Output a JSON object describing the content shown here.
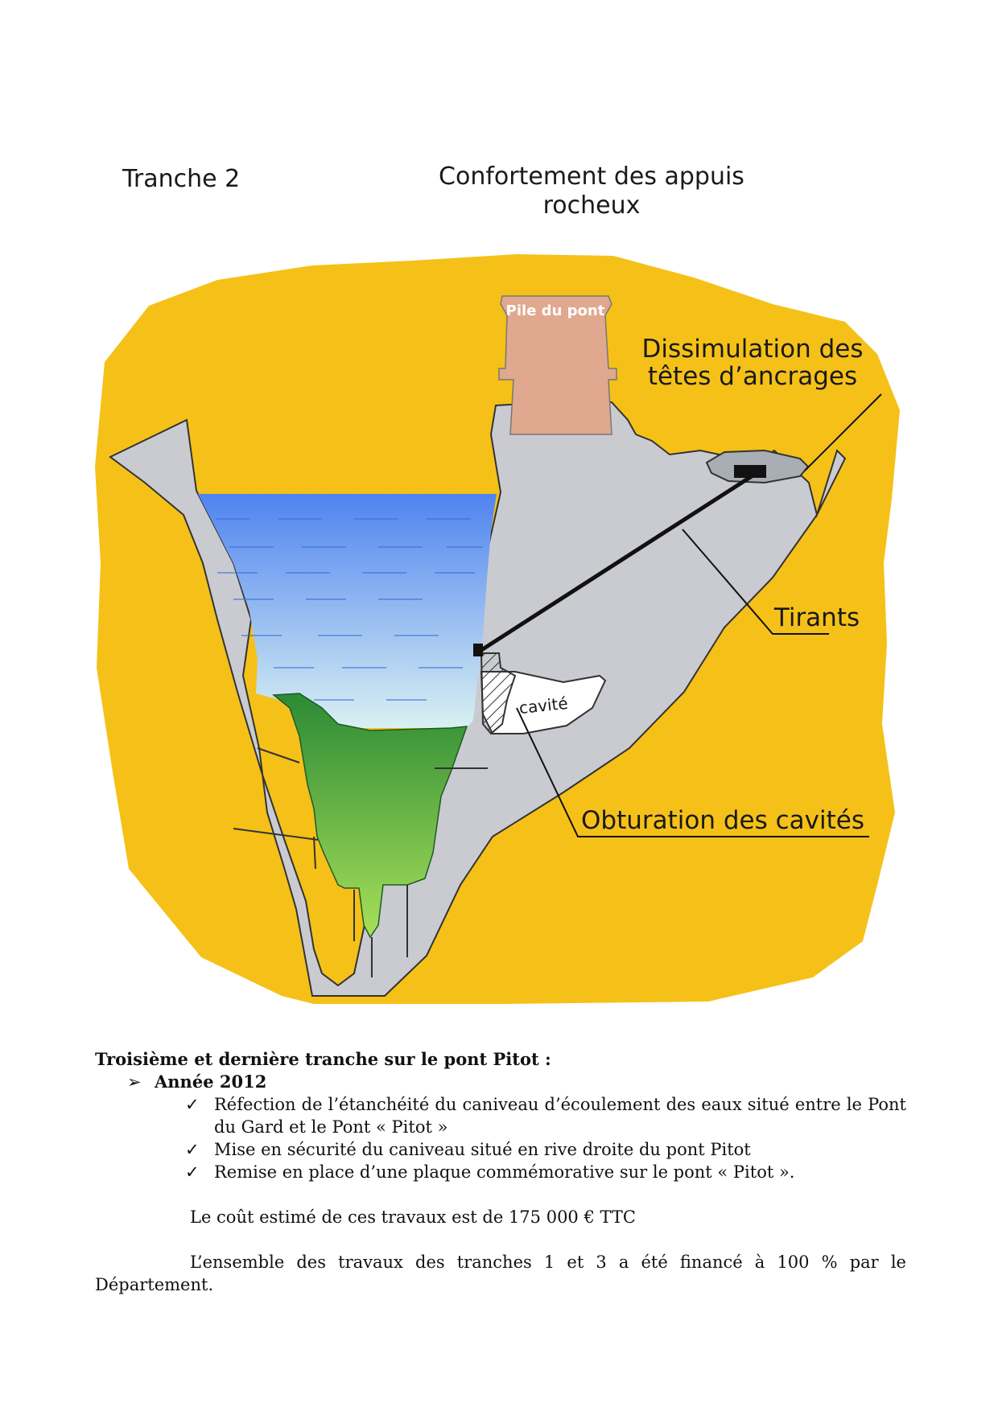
{
  "header": {
    "tranche": "Tranche 2",
    "title_line1": "Confortement des appuis",
    "title_line2": "rocheux"
  },
  "diagram": {
    "labels": {
      "pile": "Pile du pont",
      "dissimulation_line1": "Dissimulation des",
      "dissimulation_line2": "têtes d’ancrages",
      "tirants": "Tirants",
      "cavite": "cavité",
      "obturation": "Obturation des cavités"
    },
    "colors": {
      "rock_background": "#f5c118",
      "rock_gray": "#c9cbd1",
      "pile": "#e0a88f",
      "water_top": "#4f83f0",
      "water_bottom": "#d9f1f2",
      "fill_green_dark": "#2c8a35",
      "fill_green_light": "#a8e05a"
    }
  },
  "text": {
    "heading": "Troisième et dernière tranche sur le pont Pitot :",
    "year_marker": "➢",
    "year": "Année 2012",
    "check_marker": "✓",
    "items": [
      "Réfection de l’étanchéité du caniveau d’écoulement des eaux situé entre le Pont du Gard et le Pont « Pitot »",
      "Mise en sécurité du caniveau situé en rive droite du pont Pitot",
      "Remise en place d’une plaque commémorative sur le pont « Pitot »."
    ],
    "cost": "Le coût estimé de ces travaux est de 175 000 € TTC",
    "funding": "L’ensemble des travaux des tranches 1 et 3 a été financé à 100 % par le Département."
  }
}
